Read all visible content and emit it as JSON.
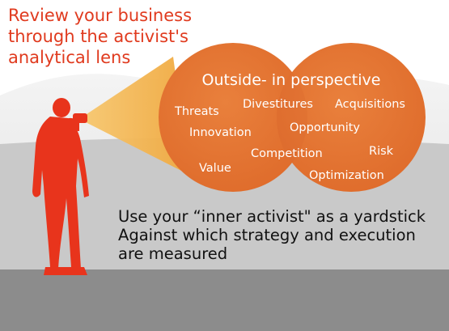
{
  "headline": {
    "lines": [
      "Review your business",
      "through the activist's",
      "analytical lens"
    ]
  },
  "lens": {
    "title": "Outside- in perspective",
    "terms": {
      "threats": "Threats",
      "divestitures": "Divestitures",
      "acquisitions": "Acquisitions",
      "innovation": "Innovation",
      "opportunity": "Opportunity",
      "competition": "Competition",
      "risk": "Risk",
      "value": "Value",
      "optimization": "Optimization"
    }
  },
  "caption": {
    "lines": [
      "Use your “inner activist\" as a yardstick",
      "Against which strategy and execution",
      "are measured"
    ]
  },
  "colors": {
    "headline_text": "#e03a1e",
    "figure": "#e8341c",
    "lens": "#e37331",
    "beam": "#f3ae45",
    "ground_light": "#c8c8c8",
    "ground_dark": "#8a8a8a",
    "hills": "#d9d9d9"
  }
}
